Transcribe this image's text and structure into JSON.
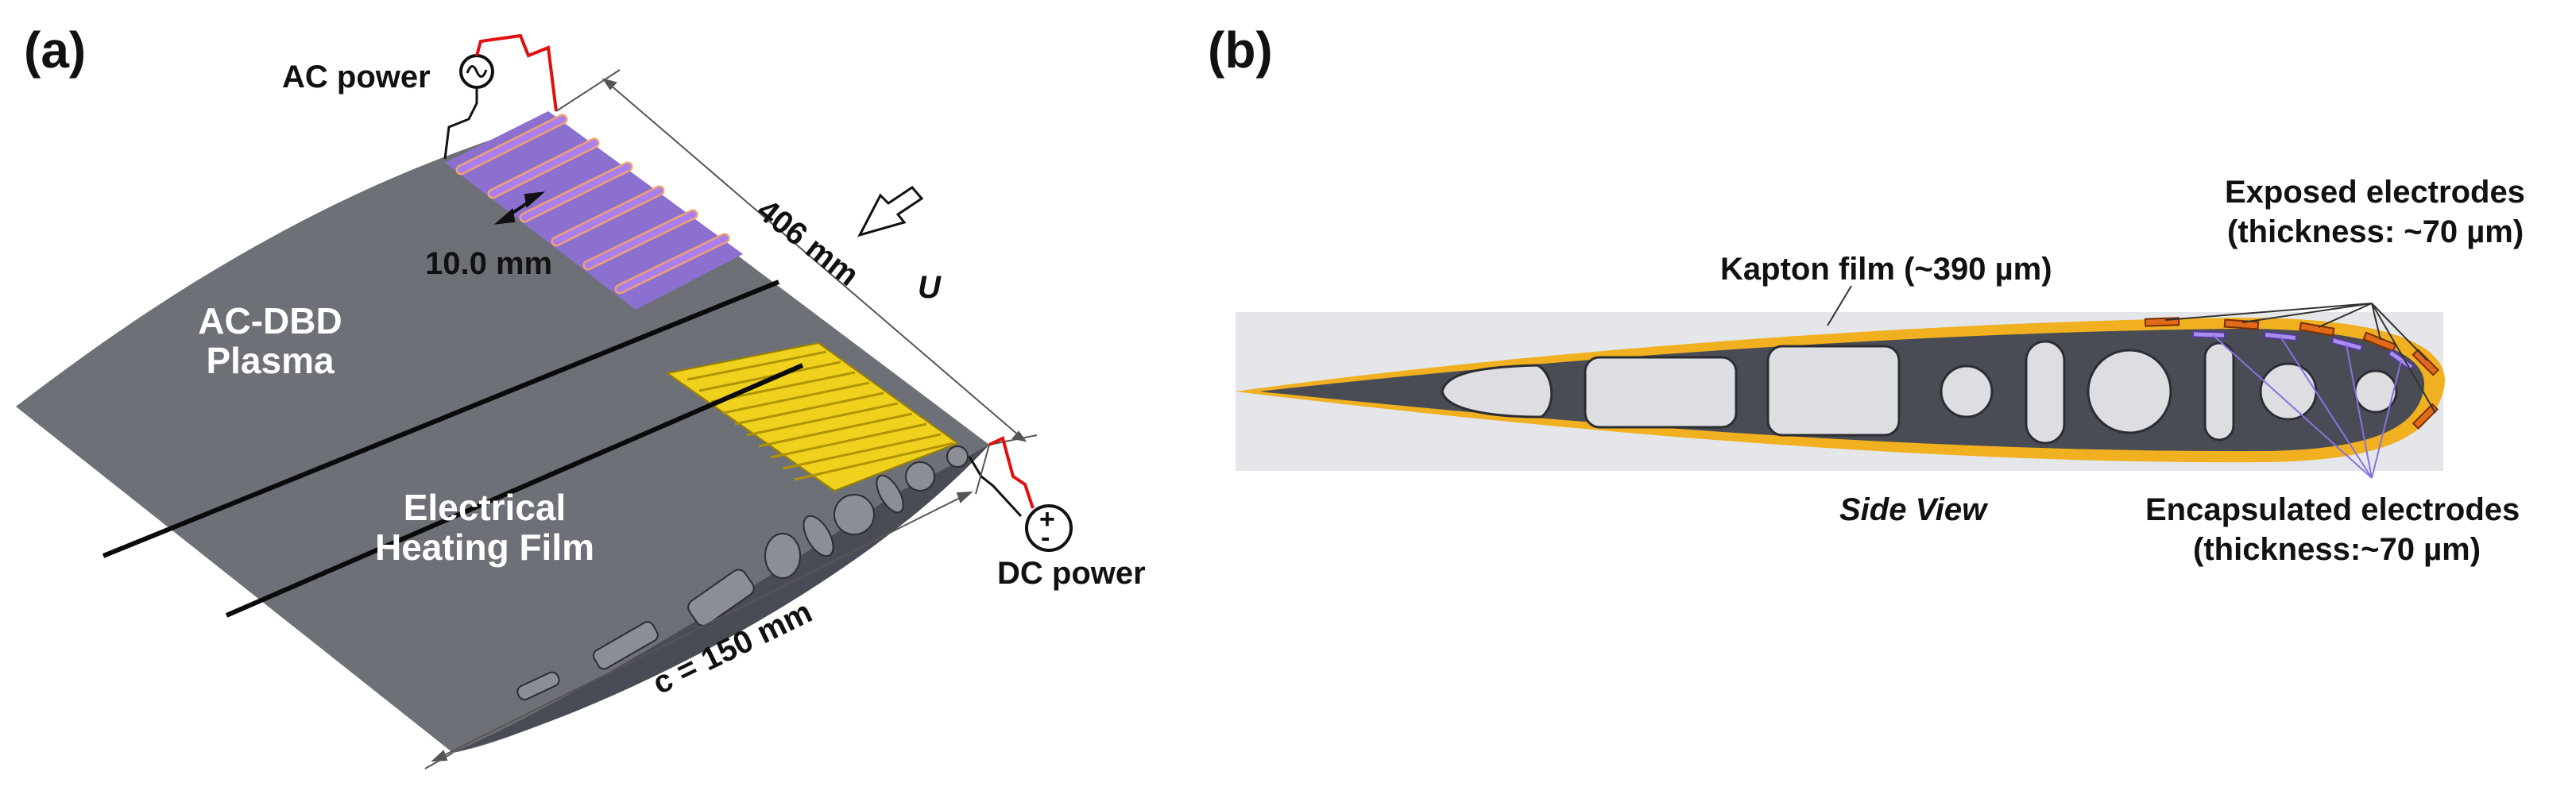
{
  "panel_a": {
    "label": "(a)",
    "ac_power": "AC power",
    "dc_power": "DC power",
    "electrode_gap": "10.0 mm",
    "span": "406 mm",
    "chord": "c = 150 mm",
    "flow": "U",
    "plasma_line1": "AC-DBD",
    "plasma_line2": "Plasma",
    "heating_line1": "Electrical",
    "heating_line2": "Heating Film"
  },
  "panel_b": {
    "label": "(b)",
    "kapton": "Kapton film (~390 µm)",
    "exposed_line1": "Exposed electrodes",
    "exposed_line2": "(thickness: ~70 µm)",
    "encapsulated_line1": "Encapsulated electrodes",
    "encapsulated_line2": "(thickness:~70 µm)",
    "view": "Side View"
  },
  "colors": {
    "wing": "#6e7077",
    "structure": "#4a4c55",
    "plasma_electrode": "#a97ef0",
    "plasma_edge": "#f0a070",
    "heating_film": "#f0d21e",
    "kapton": "#f0b020",
    "exposed_electrode": "#e06a1a",
    "encapsulated_electrode": "#a88ef0",
    "wire": "#e01010"
  }
}
